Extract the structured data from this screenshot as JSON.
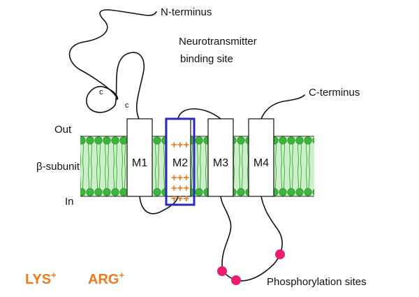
{
  "labels": {
    "n_terminus": "N-terminus",
    "binding_line1": "Neurotransmitter",
    "binding_line2": "binding site",
    "c_terminus": "C-terminus",
    "out": "Out",
    "beta_subunit": "β-subunit",
    "in": "In",
    "phosphorylation": "Phosphorylation sites",
    "cys_1": "c",
    "cys_2": "c"
  },
  "segments": [
    "M1",
    "M2",
    "M3",
    "M4"
  ],
  "m2_charges": [
    "+++",
    "+++",
    "+++",
    "+++"
  ],
  "residues": {
    "lys": {
      "name": "LYS",
      "charge": "+"
    },
    "arg": {
      "name": "ARG",
      "charge": "+"
    }
  },
  "colors": {
    "membrane_head": "#3db53d",
    "membrane_band": "#cfeecb",
    "m2_highlight": "#2b2bb8",
    "charge": "#f07a1e",
    "phospho_site": "#ee1c6e"
  }
}
